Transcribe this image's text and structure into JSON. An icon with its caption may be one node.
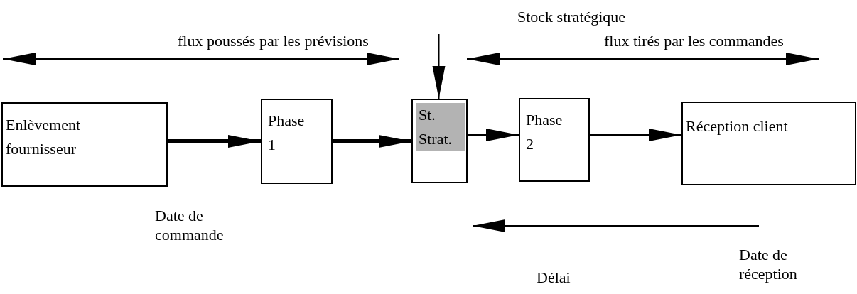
{
  "diagram": {
    "nodes": [
      {
        "text": [
          "Enlèvement fournisseur"
        ]
      },
      {
        "text": [
          "Phase 1"
        ]
      },
      {
        "text": [
          "St. Strat."
        ]
      },
      {
        "text": [
          "Phase 2"
        ]
      },
      {
        "text": [
          "Réception client"
        ]
      }
    ],
    "edges": [
      {
        "from": 0,
        "to": 1,
        "arrow": "to",
        "style": "thick"
      },
      {
        "from": 1,
        "to": 2,
        "arrow": "to",
        "style": "thick"
      },
      {
        "from": 2,
        "to": 3,
        "arrow": "to"
      },
      {
        "from": 3,
        "to": 4,
        "arrow": "to"
      },
      {
        "from": null,
        "to": 2,
        "arrow": "to"
      }
    ],
    "labels": [
      "Stock stratégique",
      "flux poussés par les prévisions",
      "flux tirés par les commandes",
      "Date de commande",
      "Date de réception",
      "Délai"
    ]
  }
}
